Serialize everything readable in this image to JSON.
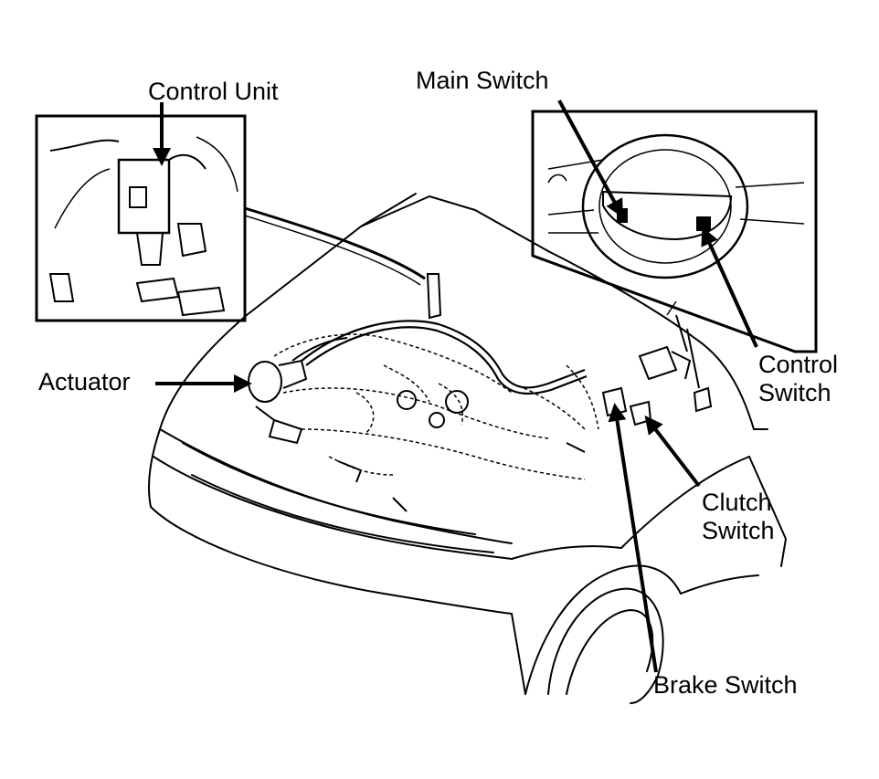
{
  "labels": {
    "control_unit": "Control Unit",
    "main_switch": "Main Switch",
    "actuator": "Actuator",
    "control_switch": [
      "Control",
      "Switch"
    ],
    "clutch_switch": [
      "Clutch",
      "Switch"
    ],
    "brake_switch": "Brake Switch"
  },
  "colors": {
    "ink": "#000000",
    "paper": "#ffffff"
  },
  "icons": [
    "arrow-icon"
  ]
}
